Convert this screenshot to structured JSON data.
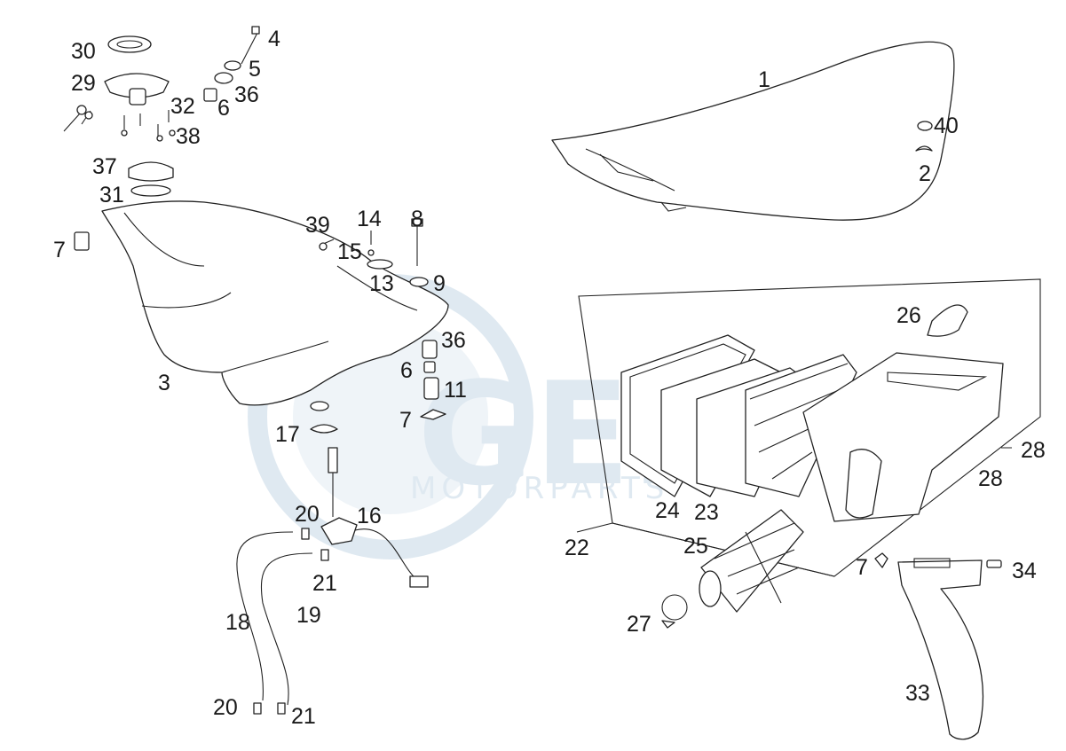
{
  "watermark": {
    "brand": "GEM",
    "sub": "MOTORPARTS",
    "color": "#8fb3cf"
  },
  "callouts": {
    "c1": "1",
    "c2": "2",
    "c3": "3",
    "c4": "4",
    "c5": "5",
    "c6a": "6",
    "c6b": "6",
    "c7a": "7",
    "c7b": "7",
    "c7c": "7",
    "c8": "8",
    "c9": "9",
    "c11": "11",
    "c13": "13",
    "c14": "14",
    "c15": "15",
    "c16": "16",
    "c17": "17",
    "c18": "18",
    "c19": "19",
    "c20a": "20",
    "c20b": "20",
    "c21a": "21",
    "c21b": "21",
    "c22": "22",
    "c23": "23",
    "c24": "24",
    "c25": "25",
    "c26": "26",
    "c27": "27",
    "c28a": "28",
    "c28b": "28",
    "c29": "29",
    "c30": "30",
    "c31": "31",
    "c32": "32",
    "c33": "33",
    "c34": "34",
    "c36a": "36",
    "c36b": "36",
    "c37": "37",
    "c38": "38",
    "c39": "39",
    "c40": "40"
  }
}
